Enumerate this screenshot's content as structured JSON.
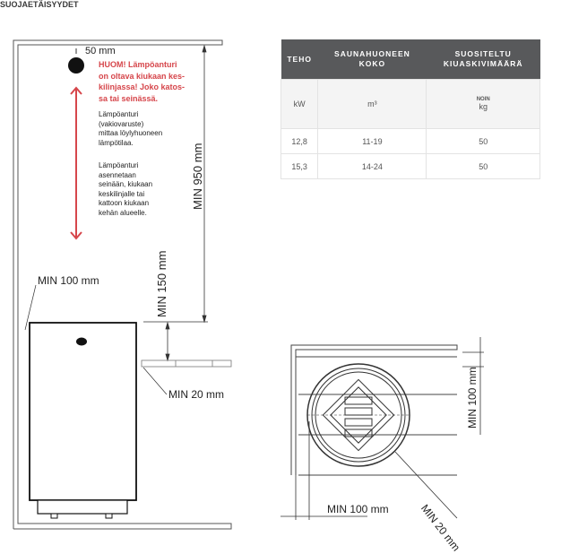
{
  "title": "SUOJAETÄISYYDET",
  "side_view": {
    "top_distance": "50 mm",
    "warning_lines": [
      "HUOM!  Lämpöanturi",
      "on oltava kiukaan kes-",
      "kilinjassa! Joko katos-",
      "sa tai seinässä."
    ],
    "note1_lines": [
      "Lämpöanturi",
      "(vakiovaruste)",
      "mittaa löylyhuoneen",
      "lämpötilaa."
    ],
    "note2_lines": [
      "Lämpöanturi",
      "asennetaan",
      "seinään, kiukaan",
      "keskilinjalle tai",
      "kattoon kiukaan",
      "kehän alueelle."
    ],
    "min_950": "MIN 950  mm",
    "min_150": "MIN 150 mm",
    "min_100": "MIN 100 mm",
    "min_20": "MIN 20 mm"
  },
  "table": {
    "headers": [
      [
        "TEHO"
      ],
      [
        "SAUNAHUONEEN",
        "KOKO"
      ],
      [
        "SUOSITELTU",
        "KIUASKIVIMÄÄRÄ"
      ]
    ],
    "units": [
      "kW",
      "m³",
      "kg"
    ],
    "units_prefix": "NOIN",
    "rows": [
      [
        "12,8",
        "11-19",
        "50"
      ],
      [
        "15,3",
        "14-24",
        "50"
      ]
    ]
  },
  "top_view": {
    "min_100_side": "MIN 100 mm",
    "min_100_bottom": "MIN 100 mm",
    "min_20": "MIN 20 mm"
  },
  "colors": {
    "accent_red": "#d6464b",
    "header_bg": "#58595b"
  }
}
